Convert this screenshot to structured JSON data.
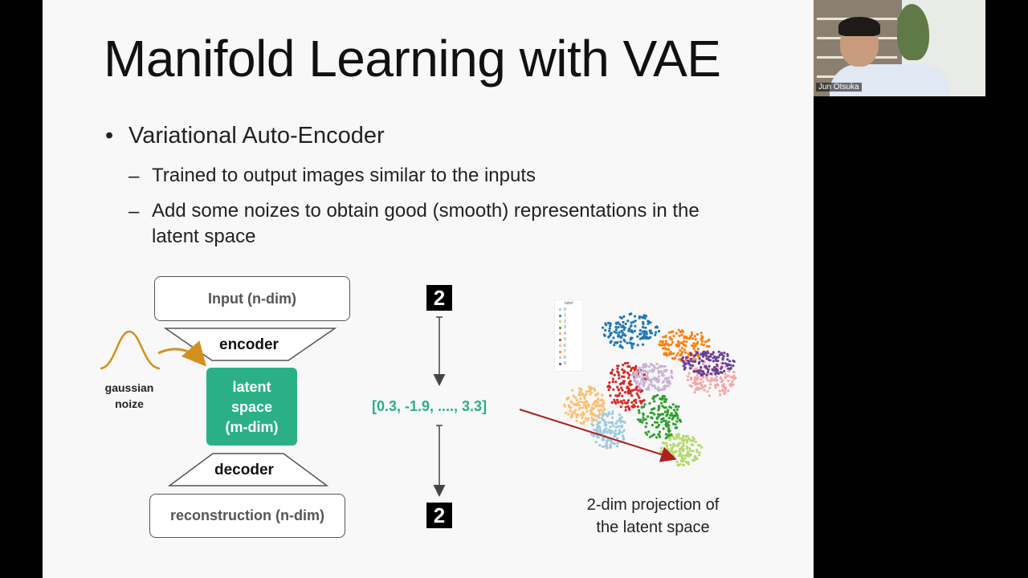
{
  "slide": {
    "title": "Manifold Learning with VAE",
    "bullet": "Variational Auto-Encoder",
    "sub_bullets": [
      "Trained to output images similar to the inputs",
      "Add some noizes to obtain good (smooth) representations in the",
      "latent space"
    ]
  },
  "diagram": {
    "input_box": "Input (n-dim)",
    "encoder": "encoder",
    "latent": [
      "latent",
      "space",
      "(m-dim)"
    ],
    "decoder": "decoder",
    "output_box": "reconstruction (n-dim)",
    "noise": [
      "gaussian",
      "noize"
    ],
    "vector": "[0.3, -1.9, ...., 3.3]",
    "input_digit": "2",
    "output_digit": "2",
    "projection_caption": [
      "2-dim projection of",
      "the latent space"
    ],
    "accent_color": "#2bb086",
    "noise_color": "#d4901f",
    "pointer_color": "#b01f1f"
  },
  "scatter_legend": {
    "title": "label",
    "labels": [
      "0",
      "1",
      "2",
      "3",
      "4",
      "5",
      "6",
      "7",
      "8",
      "9"
    ],
    "colors": [
      "#9ecae1",
      "#1f77b4",
      "#b5d96b",
      "#2ca02c",
      "#f4a6a6",
      "#d62728",
      "#fdbf6f",
      "#ff7f0e",
      "#cab2d6",
      "#6a3d9a"
    ]
  },
  "video": {
    "participant_name": "Jun Otsuka"
  }
}
